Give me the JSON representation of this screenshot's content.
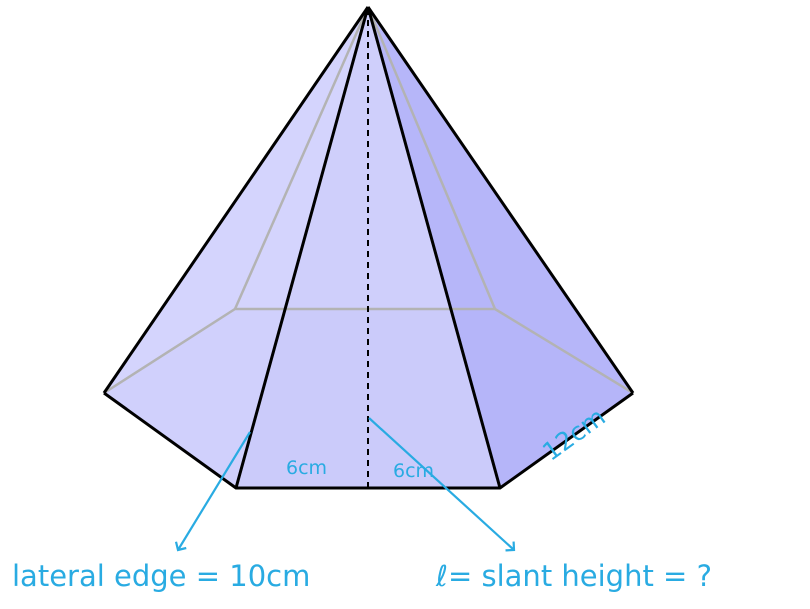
{
  "labels": {
    "half_base_left": "6cm",
    "half_base_right": "6cm",
    "base_edge": "12cm",
    "lateral_edge": "lateral edge = 10cm",
    "slant_height": "ℓ= slant height = ?"
  },
  "colors": {
    "label": "#29abe2",
    "edge": "#000000",
    "hidden_edge": "#b3b3b3",
    "face_light": "#dcdcff",
    "face_mid": "#c8c8ff",
    "face_dark": "#b0b0fa"
  }
}
